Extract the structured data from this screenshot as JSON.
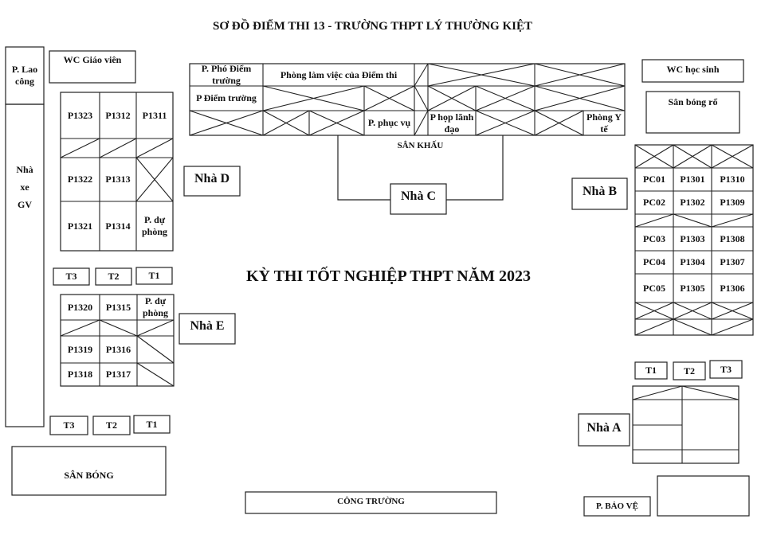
{
  "title": "SƠ ĐỒ ĐIỂM THI 13 - TRƯỜNG THPT LÝ THƯỜNG KIỆT",
  "exam_title": "KỲ THI TỐT NGHIỆP THPT NĂM 2023",
  "left": {
    "lao_cong": "P. Lao công",
    "nha_xe": "Nhà xe GV",
    "wc_gv": "WC Giáo viên",
    "san_bong": "SÂN BÓNG"
  },
  "nha_d": {
    "label": "Nhà D",
    "rooms": [
      "P1323",
      "P1312",
      "P1311",
      "P1322",
      "P1313",
      "P1321",
      "P1314",
      "P. dự phòng"
    ]
  },
  "nha_e": {
    "label": "Nhà E",
    "rooms": [
      "P1320",
      "P1315",
      "P. dự phòng",
      "P1319",
      "P1316",
      "P1318",
      "P1317"
    ],
    "toilets_top": [
      "T3",
      "T2",
      "T1"
    ],
    "toilets_bottom": [
      "T3",
      "T2",
      "T1"
    ]
  },
  "nha_c": {
    "label": "Nhà C",
    "stage": "SÂN KHẤU",
    "rooms": [
      "P. Phó Điểm trường",
      "Phòng làm việc của Điểm thi",
      "P Điểm trường",
      "P. phục vụ",
      "P họp lãnh đạo",
      "Phòng Y tế"
    ]
  },
  "right": {
    "wc_hs": "WC học sinh",
    "san_bong_ro": "Sân bóng rổ",
    "bao_ve": "P. BẢO VỆ"
  },
  "nha_b": {
    "label": "Nhà B",
    "rooms": [
      "PC01",
      "P1301",
      "P1310",
      "PC02",
      "P1302",
      "P1309",
      "PC03",
      "P1303",
      "P1308",
      "PC04",
      "P1304",
      "P1307",
      "PC05",
      "P1305",
      "P1306"
    ]
  },
  "nha_a": {
    "label": "Nhà A",
    "toilets": [
      "T1",
      "T2",
      "T3"
    ]
  },
  "cong_truong": "CÔNG TRƯỜNG"
}
